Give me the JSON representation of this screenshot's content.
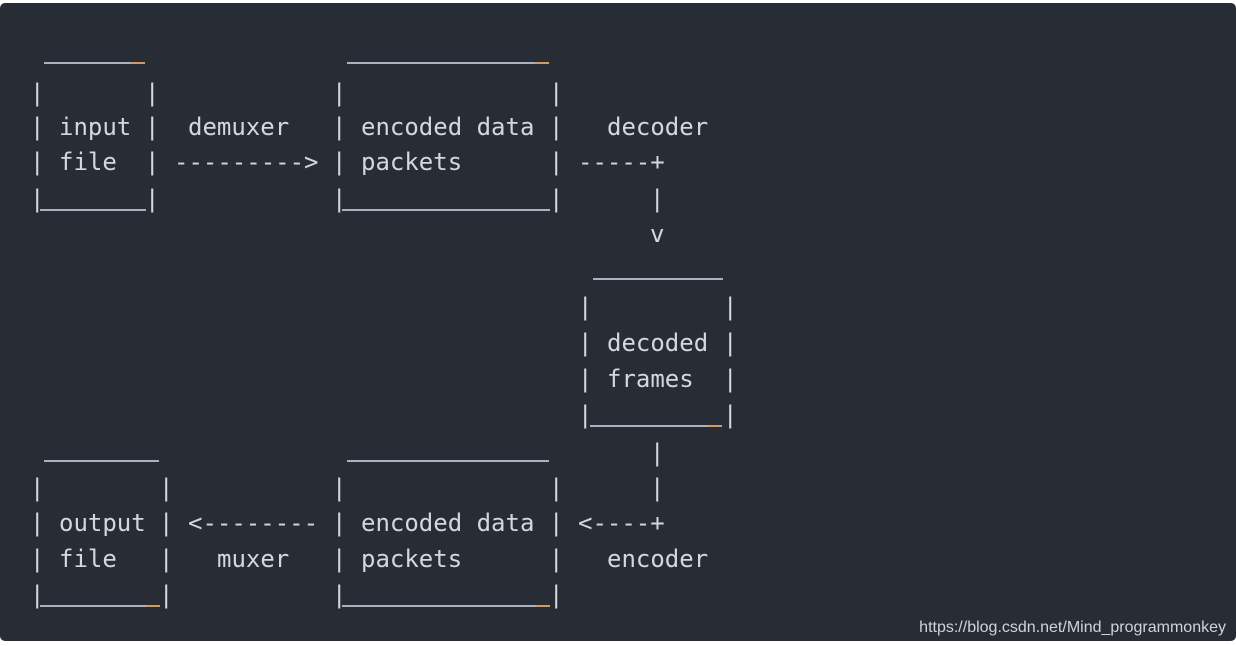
{
  "diagram": {
    "nodes": [
      {
        "id": "input-file",
        "lines": [
          "input",
          "file"
        ]
      },
      {
        "id": "encoded-packets-top",
        "lines": [
          "encoded data",
          "packets"
        ]
      },
      {
        "id": "decoded-frames",
        "lines": [
          "decoded",
          "frames"
        ]
      },
      {
        "id": "encoded-packets-bottom",
        "lines": [
          "encoded data",
          "packets"
        ]
      },
      {
        "id": "output-file",
        "lines": [
          "output",
          "file"
        ]
      }
    ],
    "edges": [
      {
        "from": "input-file",
        "to": "encoded-packets-top",
        "label": "demuxer",
        "arrow": "--------->"
      },
      {
        "from": "encoded-packets-top",
        "to": "decoded-frames",
        "label": "decoder",
        "arrow_h": "-----+",
        "arrow_v": "|",
        "arrow_head": "v"
      },
      {
        "from": "decoded-frames",
        "to": "encoded-packets-bottom",
        "label": "encoder",
        "arrow_h": "<----+",
        "arrow_v": "|"
      },
      {
        "from": "encoded-packets-bottom",
        "to": "output-file",
        "label": "muxer",
        "arrow": "<--------"
      }
    ],
    "border_char": "|"
  },
  "watermark": "https://blog.csdn.net/Mind_programmonkey",
  "colors": {
    "background": "#282c34",
    "text": "#d4d7de",
    "accent": "#d19a66"
  }
}
